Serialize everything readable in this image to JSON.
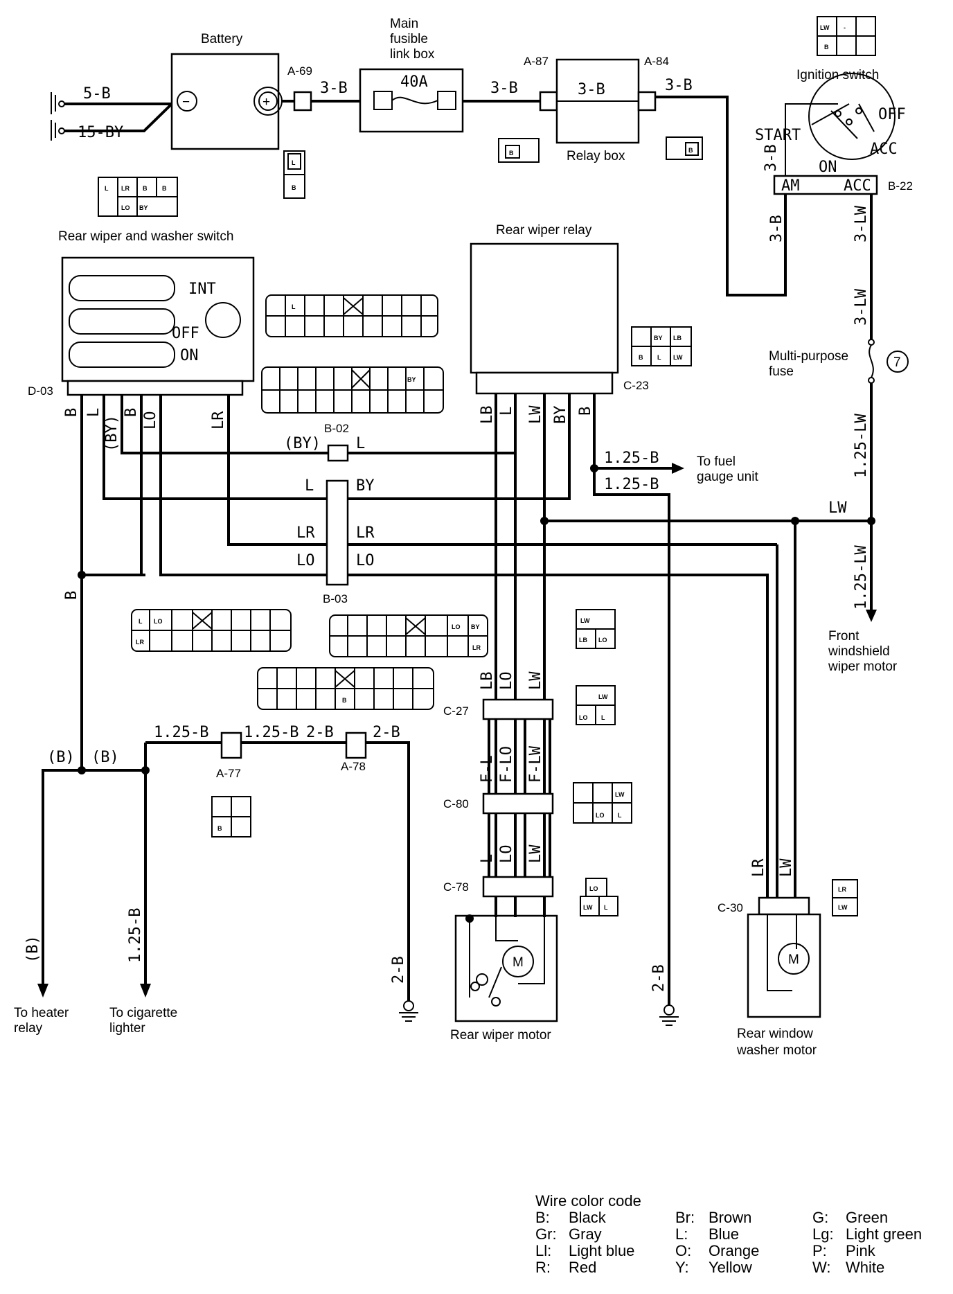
{
  "components": {
    "battery": "Battery",
    "main_fusible_link_box": [
      "Main",
      "fusible",
      "link box"
    ],
    "fuse_40a": "40A",
    "relay_box": "Relay box",
    "relay_box_inner": "3-B",
    "ignition_switch": "Ignition switch",
    "ign_start": "START",
    "ign_off": "OFF",
    "ign_acc": "ACC",
    "ign_on": "ON",
    "ign_am": "AM",
    "ign_acc_term": "ACC",
    "rear_wiper_washer_switch": "Rear wiper and washer switch",
    "sw_int": "INT",
    "sw_off": "OFF",
    "sw_on": "ON",
    "rear_wiper_relay": "Rear wiper relay",
    "multi_purpose_fuse": [
      "Multi-purpose",
      "fuse"
    ],
    "fuse_number": "7",
    "front_wiper_motor": [
      "Front",
      "windshield",
      "wiper motor"
    ],
    "rear_wiper_motor": "Rear wiper motor",
    "rear_window_washer_motor": [
      "Rear window",
      "washer motor"
    ],
    "to_fuel_gauge": [
      "To fuel",
      "gauge unit"
    ],
    "to_heater_relay": [
      "To heater",
      "relay"
    ],
    "to_cigarette_lighter": [
      "To cigarette",
      "lighter"
    ],
    "motor_symbol": "M",
    "batt_minus": "−",
    "batt_plus": "+"
  },
  "connectors": {
    "A69": "A-69",
    "A87": "A-87",
    "A84": "A-84",
    "B22": "B-22",
    "D03": "D-03",
    "C23": "C-23",
    "B02": "B-02",
    "B03": "B-03",
    "C27": "C-27",
    "C80": "C-80",
    "C78": "C-78",
    "C30": "C-30",
    "A77": "A-77",
    "A78": "A-78"
  },
  "wires": {
    "w5B": "5-B",
    "w15BY": "15-BY",
    "w3B": "3-B",
    "w3LW": "3-LW",
    "w125LW": "1.25-LW",
    "w125B": "1.25-B",
    "w2B": "2-B",
    "B": "B",
    "L": "L",
    "BY": "BY",
    "BYp": "(BY)",
    "LO": "LO",
    "LR": "LR",
    "LB": "LB",
    "LW": "LW",
    "Bp": "(B)",
    "FL": "F-L",
    "FLO": "F-LO",
    "FLW": "F-LW"
  },
  "pin_labels": {
    "L": "L",
    "LR": "LR",
    "B": "B",
    "LO": "LO",
    "BY": "BY",
    "LW": "LW",
    "LB": "LB",
    "dash": "-"
  },
  "legend": {
    "title": "Wire color code",
    "entries": [
      {
        "code": "B:",
        "name": "Black"
      },
      {
        "code": "Gr:",
        "name": "Gray"
      },
      {
        "code": "Ll:",
        "name": "Light blue"
      },
      {
        "code": "R:",
        "name": "Red"
      },
      {
        "code": "Br:",
        "name": "Brown"
      },
      {
        "code": "L:",
        "name": "Blue"
      },
      {
        "code": "O:",
        "name": "Orange"
      },
      {
        "code": "Y:",
        "name": "Yellow"
      },
      {
        "code": "G:",
        "name": "Green"
      },
      {
        "code": "Lg:",
        "name": "Light green"
      },
      {
        "code": "P:",
        "name": "Pink"
      },
      {
        "code": "W:",
        "name": "White"
      }
    ]
  }
}
